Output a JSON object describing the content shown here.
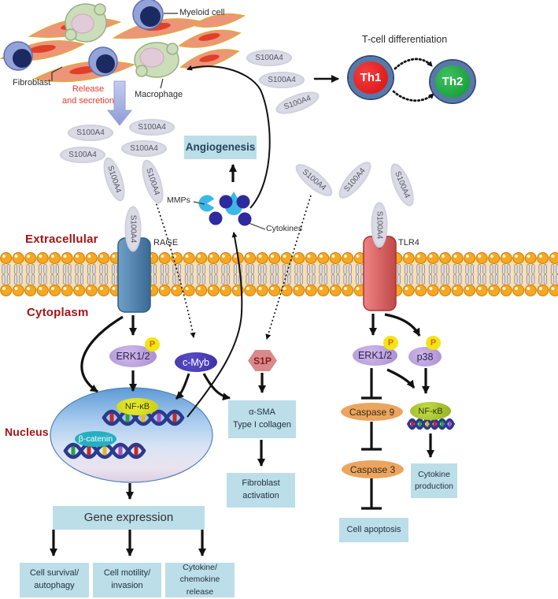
{
  "cells": {
    "myeloid": "Myeloid cell",
    "fibroblast": "Fibroblast",
    "macrophage": "Macrophage",
    "release_line1": "Release",
    "release_line2": "and secretion"
  },
  "ligand": {
    "s100a4": "S100A4"
  },
  "tcell": {
    "title": "T-cell differentiation",
    "th1": "Th1",
    "th2": "Th2"
  },
  "angio": {
    "label": "Angiogenesis",
    "mmps": "MMPs",
    "cytokines": "Cytokines"
  },
  "membrane": {
    "extracellular": "Extracellular",
    "cytoplasm": "Cytoplasm",
    "rage": "RAGE",
    "tlr4": "TLR4"
  },
  "signaling": {
    "erk": "ERK1/2",
    "p38": "p38",
    "p": "P",
    "cmyb": "c-Myb",
    "s1p": "S1P",
    "nfkb": "NF-κB",
    "bcat": "β-catenin",
    "casp9": "Caspase 9",
    "casp3": "Caspase 3"
  },
  "nucleus": {
    "label": "Nucleus",
    "gene_expression": "Gene expression"
  },
  "outputs": {
    "survival1": "Cell survival/",
    "survival2": "autophagy",
    "motility1": "Cell motility/",
    "motility2": "invasion",
    "chemo1": "Cytokine/",
    "chemo2": "chemokine release",
    "sma1": "α-SMA",
    "sma2": "Type I collagen",
    "fibact1": "Fibroblast",
    "fibact2": "activation",
    "cytprod1": "Cytokine",
    "cytprod2": "production",
    "apoptosis": "Cell apoptosis"
  },
  "colors": {
    "box_blue": "#BCDEE9",
    "s100a4_fill": "#DBDBE7",
    "membrane_head": "#F6A81F",
    "membrane_band": "#F9DFB2",
    "rage_blue": "#4E7FA8",
    "tlr4_red": "#D95C5C",
    "th1_red": "#E51616",
    "th2_green": "#17A33B",
    "erk_purple": "#BCA3DC",
    "cmyb_blue": "#4B3EB8",
    "s1p_pink": "#D88A8A",
    "caspase_orange": "#EBA55E",
    "nfkb_yellow": "#DDE01E",
    "nfkb_green": "#AECB2E",
    "beta_catenin_teal": "#25B0C0",
    "phospho_yellow": "#F2E612",
    "label_dark_red": "#A31515",
    "release_red": "#E8392F",
    "mmp_blue": "#3CB8E8",
    "cytokine_navy": "#2E2A9E",
    "dna_blue": "#2B3A8C"
  }
}
